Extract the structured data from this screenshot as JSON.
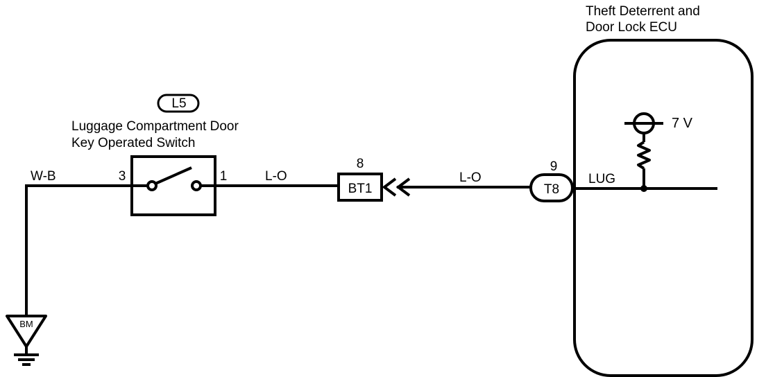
{
  "ecu": {
    "title_line1": "Theft Deterrent and",
    "title_line2": "Door Lock ECU",
    "voltage": "7 V",
    "terminal_label": "LUG"
  },
  "switch": {
    "connector_id": "L5",
    "name_line1": "Luggage Compartment Door",
    "name_line2": "Key Operated Switch",
    "pin_left": "3",
    "pin_right": "1"
  },
  "wires": {
    "ground_wire": "W-B",
    "switch_to_bt1": "L-O",
    "bt1_to_t8": "L-O"
  },
  "connectors": {
    "bt1_pin": "8",
    "bt1_label": "BT1",
    "t8_pin": "9",
    "t8_label": "T8"
  },
  "ground": {
    "label": "BM"
  }
}
